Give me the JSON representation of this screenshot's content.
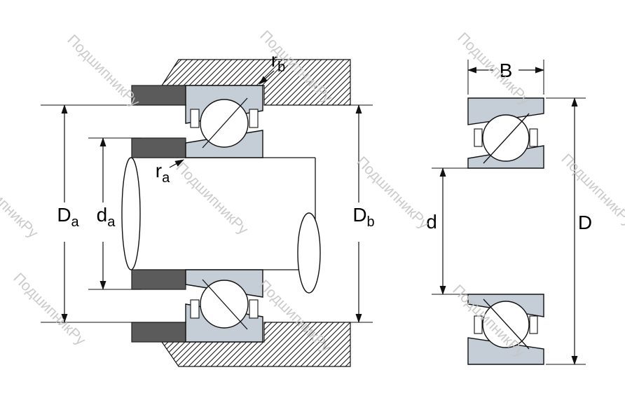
{
  "watermark": {
    "text": "ПодшипникРу"
  },
  "colors": {
    "ring": "#c5cdd7",
    "spacer": "#5b5b5b",
    "watermark": "#c6c6c6"
  },
  "labels": {
    "Da": {
      "main": "D",
      "sub": "a"
    },
    "da": {
      "main": "d",
      "sub": "a"
    },
    "Db": {
      "main": "D",
      "sub": "b"
    },
    "d": {
      "main": "d"
    },
    "D": {
      "main": "D"
    },
    "B": {
      "main": "B"
    },
    "ra": {
      "main": "r",
      "sub": "a"
    },
    "rb": {
      "main": "r",
      "sub": "b"
    }
  }
}
